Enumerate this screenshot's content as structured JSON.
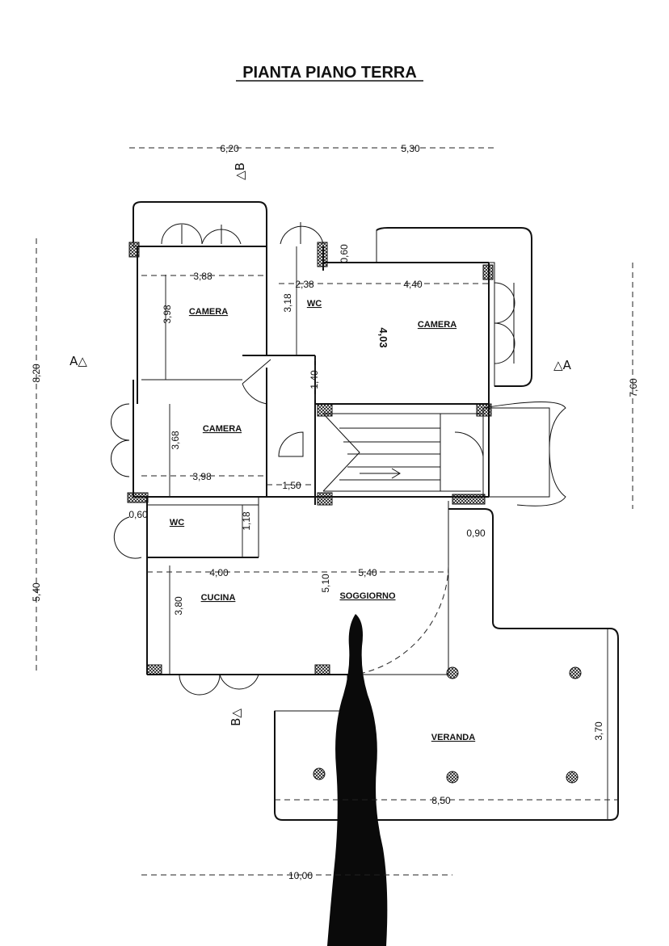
{
  "title": "PIANTA PIANO TERRA",
  "rooms": {
    "camera_nw": "CAMERA",
    "camera_ne": "CAMERA",
    "camera_w": "CAMERA",
    "wc_n": "WC",
    "wc_s": "WC",
    "cucina": "CUCINA",
    "veranda": "VERANDA",
    "soggiorno": "SOGGIORNO"
  },
  "dimensions": {
    "top_left": "6,20",
    "top_right": "5,30",
    "cam_nw_w": "3,88",
    "cam_nw_h": "3,98",
    "wc_n_w": "2,38",
    "wc_n_h": "3,18",
    "gap_top": "0,60",
    "cam_ne_w": "4,40",
    "cam_ne_h": "4,03",
    "hall_h": "1,40",
    "cam_w_h": "3,68",
    "cam_w_w": "3,98",
    "hall_w": "1,50",
    "wc_s_left": "0,60",
    "wc_s_h": "1,18",
    "cucina_w": "4,00",
    "cucina_h": "3,80",
    "soggiorno_h": "5,10",
    "soggiorno_w": "5,40",
    "entry_w": "0,90",
    "veranda_h": "3,70",
    "veranda_w": "8,50",
    "left_upper": "8,20",
    "left_lower": "5,40",
    "right_side": "7,60",
    "bottom": "10,00"
  },
  "sections": {
    "a_left": "A△",
    "a_right": "△A",
    "b_top": "△B",
    "b_bottom": "B△"
  }
}
